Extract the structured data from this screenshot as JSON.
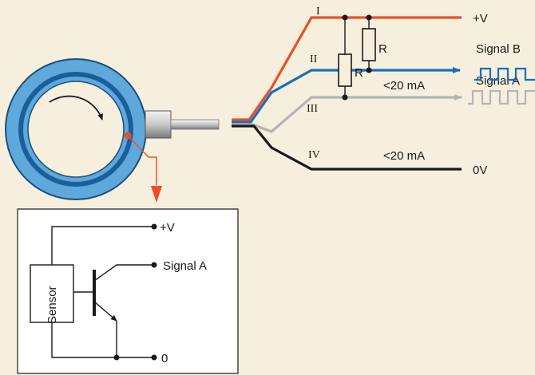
{
  "wires": {
    "I": "I",
    "II": "II",
    "III": "III",
    "IV": "IV",
    "plus_v": "+V",
    "zero_v": "0V"
  },
  "resistors": {
    "r1": "R",
    "r2": "R"
  },
  "currents": {
    "c1": "<20 mA",
    "c2": "<20 mA"
  },
  "signals": {
    "b": "Signal B",
    "a": "Signal A"
  },
  "circuit": {
    "plus_v": "+V",
    "signal_a": "Signal A",
    "sensor": "Sensor",
    "zero": "0"
  },
  "colors": {
    "background": "#f6efdd",
    "red_wire": "#e8502a",
    "blue_wire": "#1a6fb8",
    "grey_wire": "#b4b4b4",
    "black_wire": "#1a1a1a",
    "ring_outer": "#5ea8dc"
  }
}
